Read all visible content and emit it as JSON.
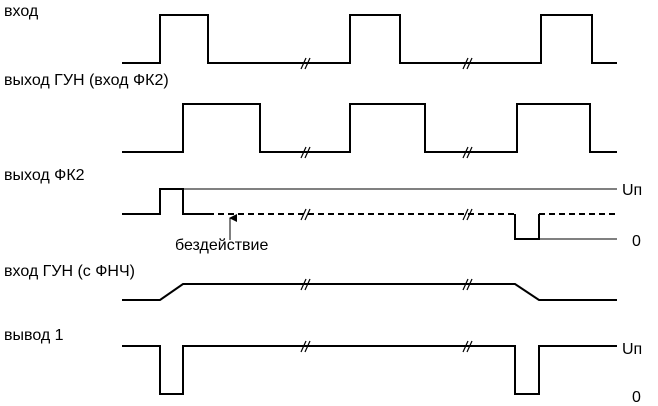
{
  "labels": {
    "input": "вход",
    "vco_output": "выход ГУН (вход ФК2)",
    "pc2_output": "выход ФК2",
    "idle": "бездействие",
    "vco_input": "вход ГУН (с ФНЧ)",
    "pin1": "вывод 1",
    "vdd_pc2": "Uп",
    "zero_pc2": "0",
    "vdd_pin1": "Uп",
    "zero_pin1": "0"
  },
  "colors": {
    "line": "#000000",
    "background": "#ffffff"
  }
}
